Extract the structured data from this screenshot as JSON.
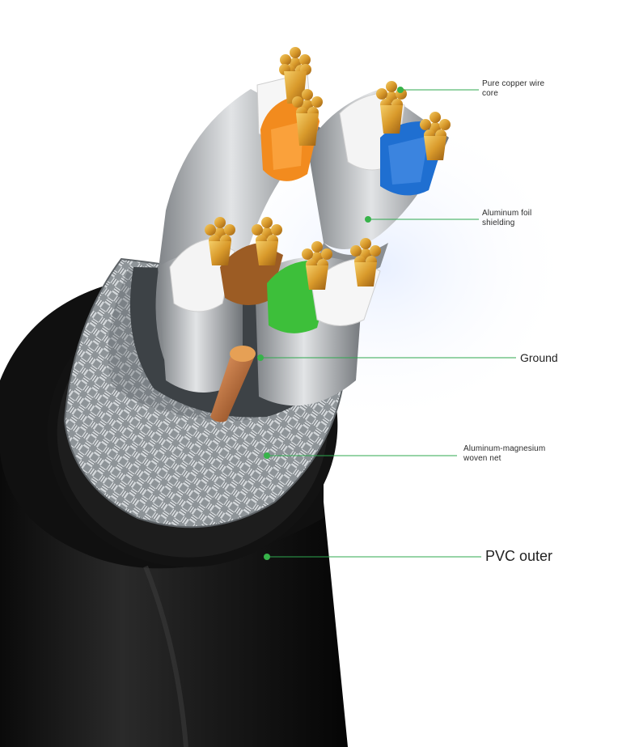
{
  "labels": {
    "copper_core": {
      "line1": "Pure copper wire",
      "line2": "core"
    },
    "foil_shielding": {
      "line1": "Aluminum foil",
      "line2": "shielding"
    },
    "ground": {
      "text": "Ground"
    },
    "woven_net": {
      "line1": "Aluminum-magnesium",
      "line2": "woven net"
    },
    "pvc_outer": {
      "text": "PVC outer"
    }
  },
  "colors": {
    "leader_line": "#2fa84f",
    "leader_dot": "#37b34a",
    "jacket": "#161616",
    "copper": "#d9a33c",
    "orange_insulation": "#f08a1c",
    "blue_insulation": "#1f6fd1",
    "green_insulation": "#3cc23a",
    "brown_insulation": "#9a5a22",
    "white_insulation": "#f4f4f4",
    "foil": "#b9bcbf",
    "braid": "#9aa0a4"
  }
}
